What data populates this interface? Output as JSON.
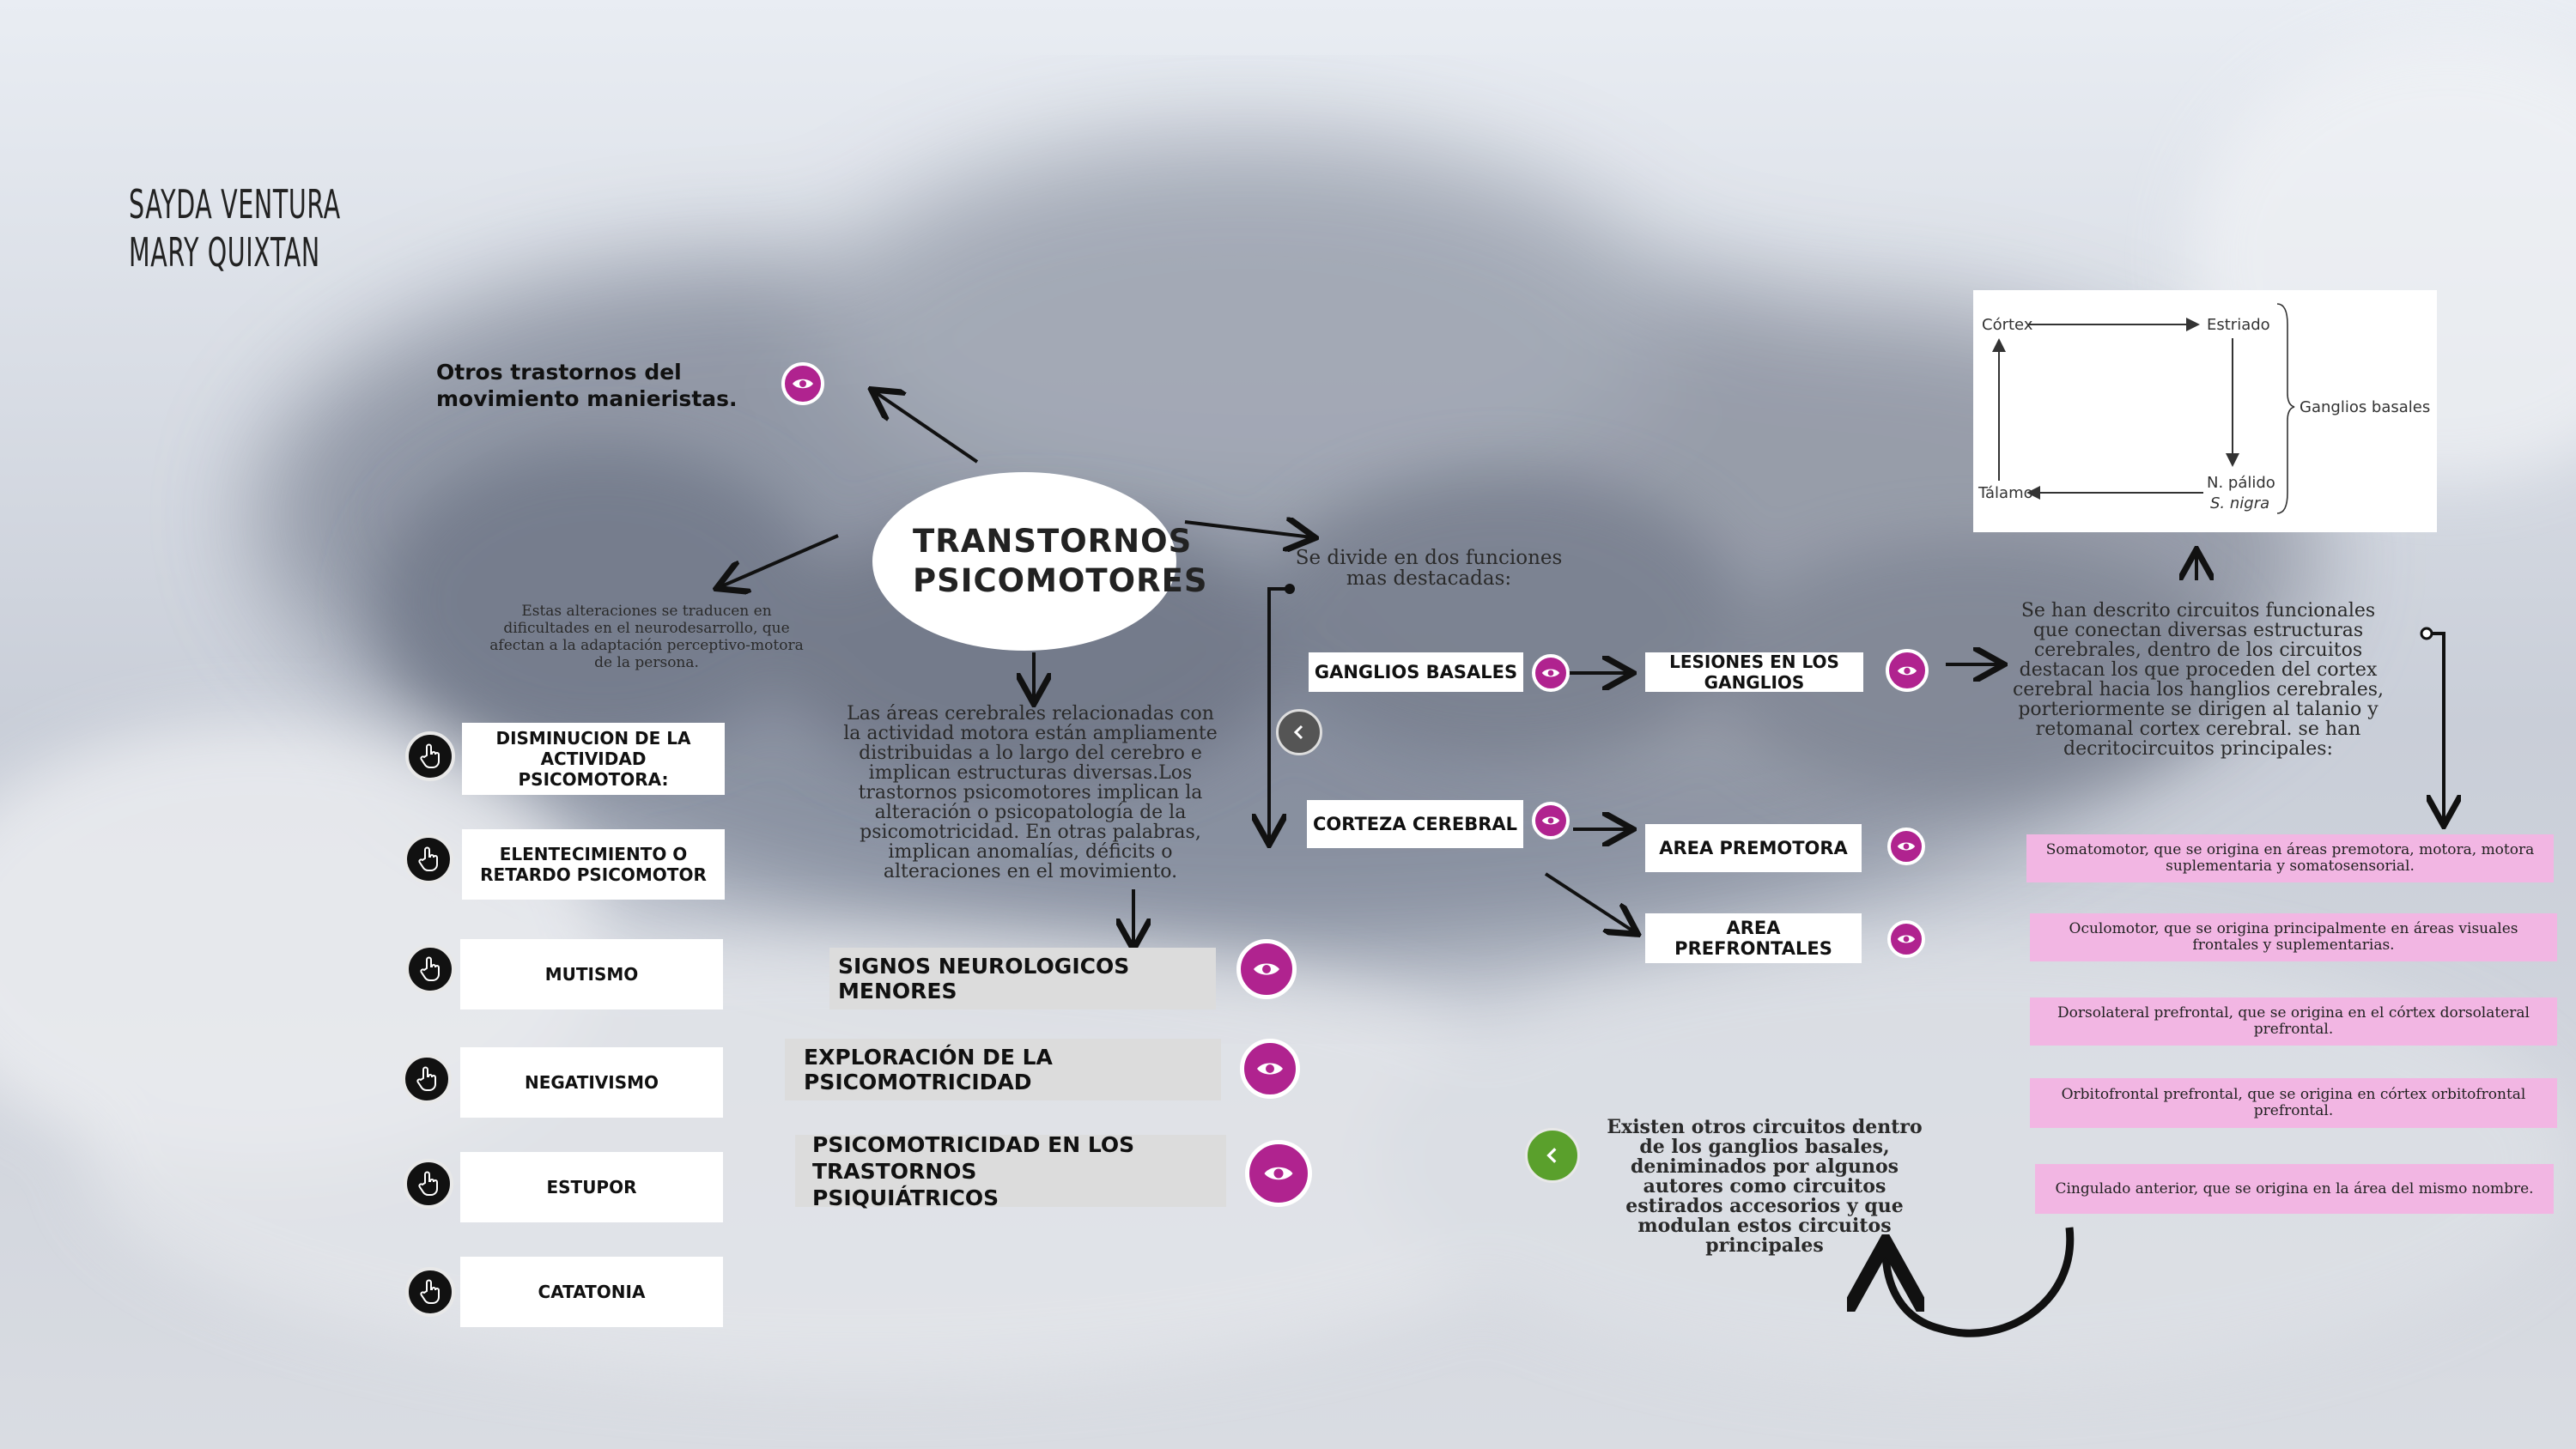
{
  "authors": [
    "SAYDA VENTURA",
    "MARY QUIXTAN"
  ],
  "center_title": "TRANSTORNOS PSICOMOTORES",
  "left_top_label": "Otros trastornos del movimiento manieristas.",
  "left_note": "Estas alteraciones se traducen en dificultades en el neurodesarrollo, que afectan a la adaptación perceptivo-motora de la persona.",
  "left_items": [
    "DISMINUCION DE LA ACTIVIDAD PSICOMOTORA:",
    "ELENTECIMIENTO O RETARDO PSICOMOTOR",
    "MUTISMO",
    "NEGATIVISMO",
    "ESTUPOR",
    "CATATONIA"
  ],
  "center_note": "Las áreas cerebrales relacionadas con la actividad motora están ampliamente distribuidas a lo largo del cerebro e implican estructuras diversas.Los trastornos psicomotores implican la alteración o psicopatología de la psicomotricidad. En otras palabras, implican anomalías, déficits o alteraciones en el movimiento.",
  "center_items": [
    "SIGNOS NEUROLOGICOS MENORES",
    "EXPLORACIÓN DE LA PSICOMOTRICIDAD",
    "PSICOMOTRICIDAD EN LOS TRASTORNOS PSIQUIÁTRICOS"
  ],
  "divide_label": "Se divide en dos funciones mas destacadas:",
  "functions": [
    "GANGLIOS BASALES",
    "CORTEZA CEREBRAL"
  ],
  "lesions_label": "LESIONES EN LOS GANGLIOS",
  "cortex_items": [
    "AREA PREMOTORA",
    "AREA PREFRONTALES"
  ],
  "circuits_note": "Se han descrito circuitos funcionales que conectan diversas estructuras cerebrales, dentro de los circuitos destacan los que proceden del cortex cerebral hacia los hanglios cerebrales, porteriormente se dirigen al talanio y retomanal cortex cerebral. se han decritocircuitos principales:",
  "circuits": [
    "Somatomotor, que se origina en áreas premotora, motora, motora suplementaria y somatosensorial.",
    "Oculomotor, que se origina principalmente en áreas visuales frontales y suplementarias.",
    "Dorsolateral prefrontal, que se origina en el córtex dorsolateral prefrontal.",
    "Orbitofrontal prefrontal, que se origina en córtex orbitofrontal prefrontal.",
    "Cingulado anterior, que se origina en la área del mismo nombre."
  ],
  "other_circuits_note": "Existen otros circuitos dentro de los ganglios basales, deniminados por algunos autores como circuitos estirados accesorios y que modulan estos circuitos principales",
  "diagram": {
    "cortex": "Córtex",
    "striatum": "Estriado",
    "basal_ganglia": "Ganglios basales",
    "thalamus": "Tálamo",
    "pallidus": "N. pálido",
    "nigra": "S. nigra"
  },
  "colors": {
    "eye_button": "#b0238f",
    "circuit_box": "#f2b6e3",
    "back_button": "#5aa02c",
    "nav_button": "#555555"
  },
  "icons": {
    "eye": "eye-icon",
    "hand": "hand-pointer-icon",
    "back": "chevron-left-icon"
  }
}
